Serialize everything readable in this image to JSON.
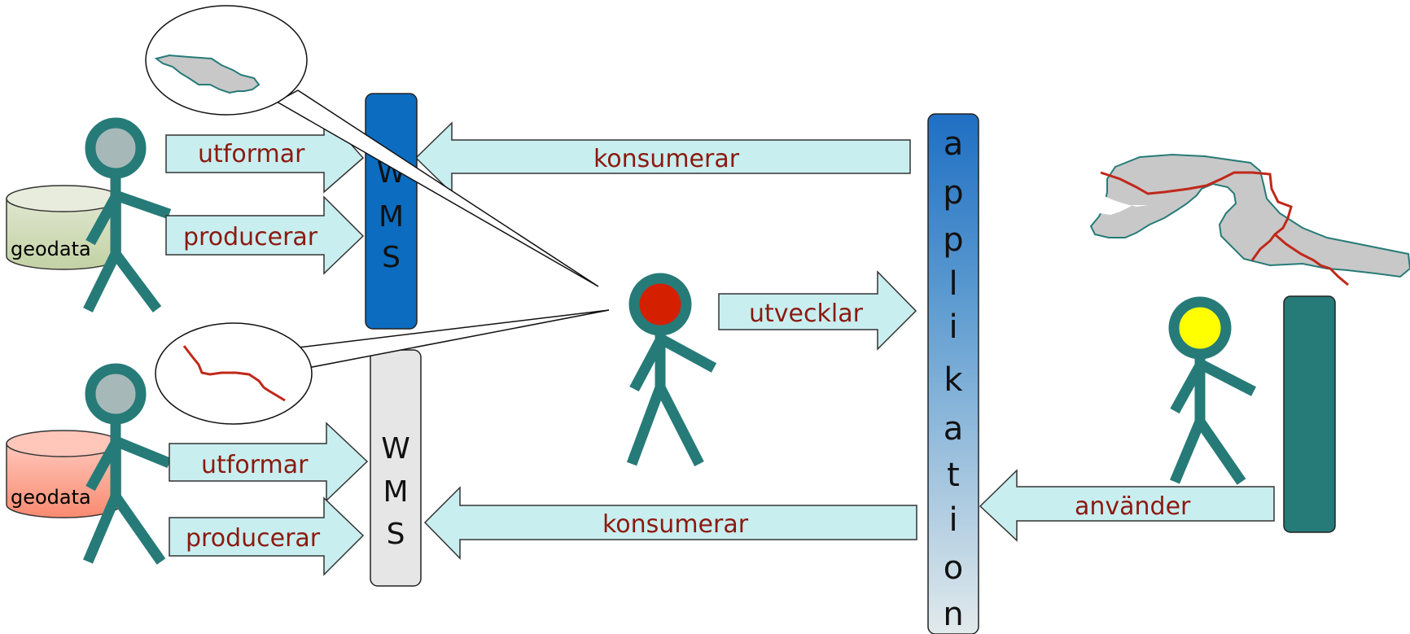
{
  "colors": {
    "arrow_fill": "#c9eef0",
    "arrow_stroke": "#333333",
    "person": "#267b78",
    "label_text": "#8b1a10",
    "wms_top": "#0b6cc0",
    "wms_bottom": "#e6e6e6",
    "app_bar_top": "#1f6fc3",
    "app_bar_bottom": "#e2eaec",
    "end_user_device": "#267b78",
    "map_area": "#c8c8c8",
    "map_outline": "#267b78",
    "river": "#c0281a",
    "db_top": "#c6d4a9",
    "db_bottom": "#fb9c84"
  },
  "icons": {
    "producer_top": "stick-figure-gray-head",
    "producer_bottom": "stick-figure-gray-head",
    "developer": "stick-figure-red-head",
    "end_user": "stick-figure-yellow-head"
  },
  "databases": {
    "top": {
      "label": "geodata"
    },
    "bottom": {
      "label": "geodata"
    }
  },
  "arrows": {
    "top_utformar": "utformar",
    "top_producerar": "producerar",
    "bottom_utformar": "utformar",
    "bottom_producerar": "producerar",
    "top_konsumerar": "konsumerar",
    "bottom_konsumerar": "konsumerar",
    "utvecklar": "utvecklar",
    "anvander": "använder"
  },
  "wms_top": {
    "letters": [
      "W",
      "M",
      "S"
    ]
  },
  "wms_bottom": {
    "letters": [
      "W",
      "M",
      "S"
    ]
  },
  "application": {
    "letters": [
      "a",
      "p",
      "p",
      "l",
      "i",
      "k",
      "a",
      "t",
      "i",
      "o",
      "n"
    ]
  }
}
